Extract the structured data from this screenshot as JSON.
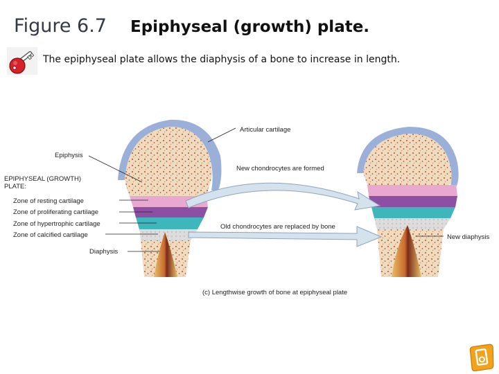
{
  "header": {
    "figure_number": "Figure 6.7",
    "figure_title": "Epiphyseal (growth) plate."
  },
  "caption": "The epiphyseal plate allows the diaphysis of a bone to increase in length.",
  "diagram": {
    "labels": {
      "articular_cartilage": "Articular cartilage",
      "epiphysis": "Epiphysis",
      "plate_heading_line1": "EPIPHYSEAL (GROWTH)",
      "plate_heading_line2": "PLATE:",
      "zone_resting": "Zone of resting cartilage",
      "zone_proliferating": "Zone of proliferating cartilage",
      "zone_hypertrophic": "Zone of hypertrophic cartilage",
      "zone_calcified": "Zone of calcified cartilage",
      "diaphysis": "Diaphysis",
      "new_chondrocytes": "New chondrocytes are formed",
      "old_chondrocytes": "Old chondrocytes are replaced by bone",
      "new_diaphysis": "New diaphysis",
      "panel_caption": "(c) Lengthwise growth of bone at epiphyseal plate"
    },
    "colors": {
      "cartilage_cap": "#9bb0d8",
      "spongy_bone": "#efdcc0",
      "zone_resting": "#e9a8cf",
      "zone_proliferating": "#8d4fa4",
      "zone_hypertrophic": "#3fb6bb",
      "zone_calcified": "#dcdcdc",
      "arrow": "#d4e2ee"
    }
  },
  "icons": {
    "key": "key-icon",
    "badge": "page-badge-icon"
  }
}
